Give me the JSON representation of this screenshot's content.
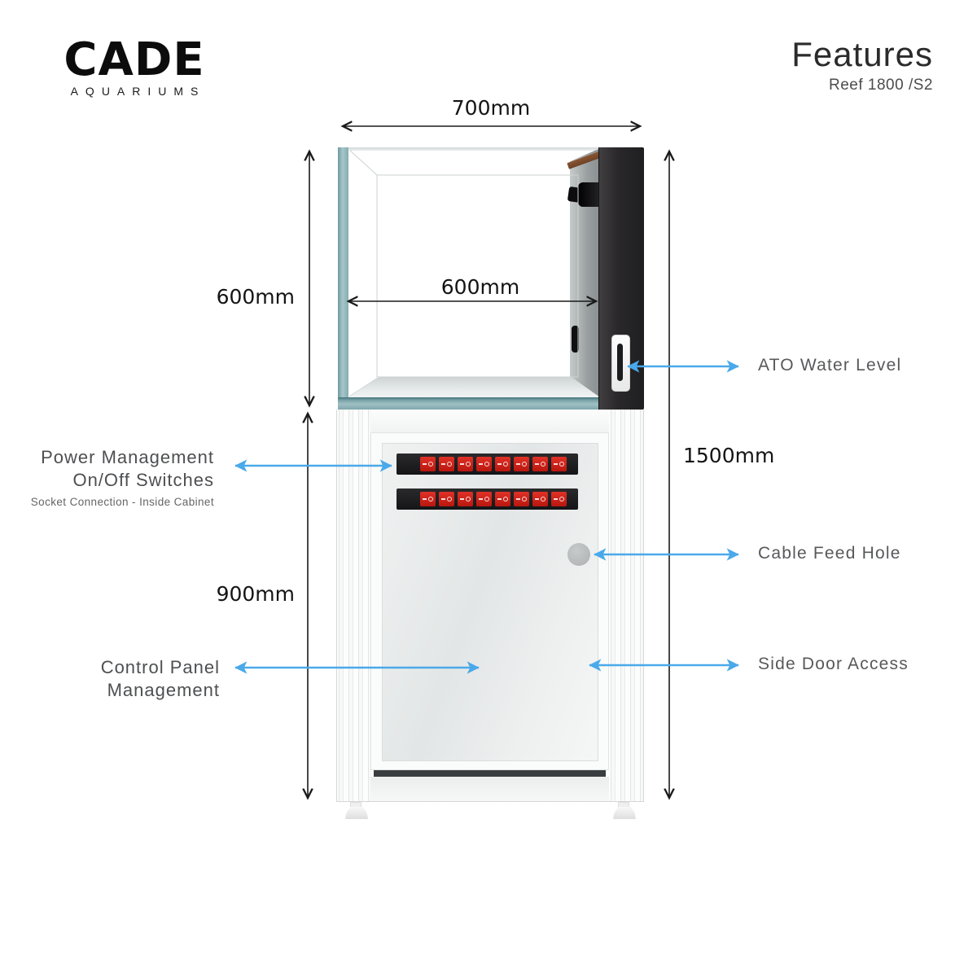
{
  "brand": {
    "name": "CADE",
    "tagline": "AQUARIUMS"
  },
  "header": {
    "title": "Features",
    "subtitle": "Reef 1800 /S2"
  },
  "dimensions": {
    "top_width": "700mm",
    "tank_height": "600mm",
    "inner_width": "600mm",
    "total_height": "1500mm",
    "cabinet_height": "900mm"
  },
  "callouts": {
    "ato": "ATO Water Level",
    "power_line1": "Power Management",
    "power_line2": "On/Off Switches",
    "power_note": "Socket Connection - Inside Cabinet",
    "cable": "Cable Feed Hole",
    "control_line1": "Control Panel",
    "control_line2": "Management",
    "side_door": "Side Door Access"
  },
  "switches": {
    "rows": 2,
    "per_row": 8
  },
  "colors": {
    "callout_arrow": "#4aa9ea",
    "dimension_line": "#1a1a1a",
    "glass_teal": "#7ba4a9",
    "overflow_black": "#29282a",
    "switch_red": "#e03127",
    "switch_strip": "#1d1d1f",
    "wood_trim": "#7b4e2e",
    "label_gray": "#58595b"
  }
}
